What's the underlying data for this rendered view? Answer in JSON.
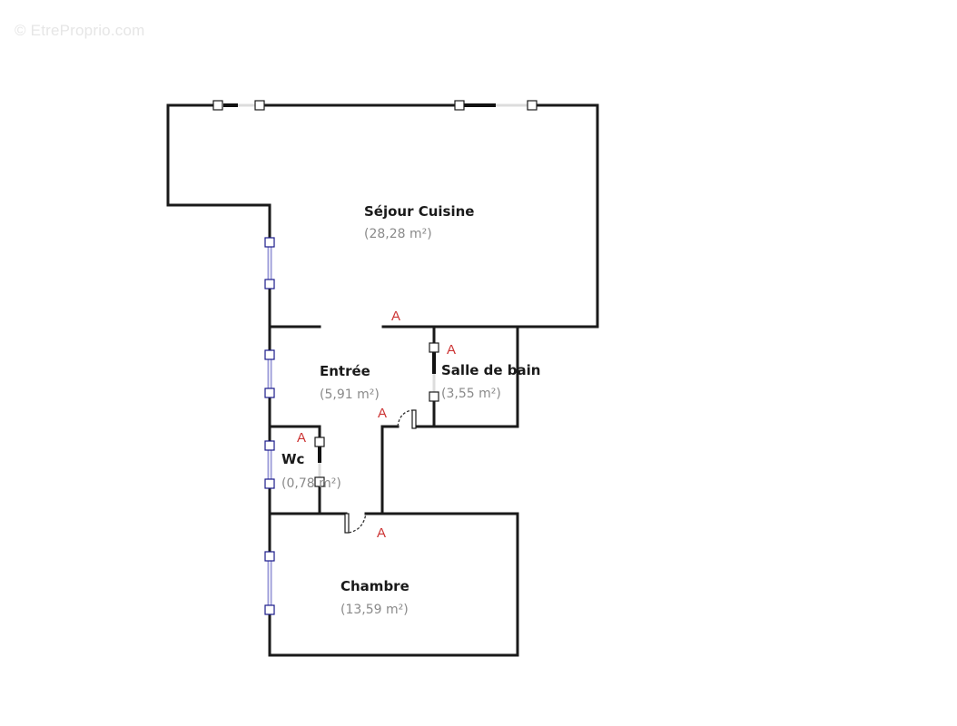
{
  "watermark": "© EtreProprio.com",
  "rooms": {
    "sejour": {
      "name": "Séjour Cuisine",
      "area": "(28,28 m²)"
    },
    "entree": {
      "name": "Entrée",
      "area": "(5,91 m²)"
    },
    "sdb": {
      "name": "Salle de bain",
      "area": "(3,55 m²)"
    },
    "wc": {
      "name": "Wc",
      "area": "(0,78 m²)"
    },
    "chambre": {
      "name": "Chambre",
      "area": "(13,59 m²)"
    }
  },
  "markers": {
    "label": "A"
  },
  "colors": {
    "wall": "#1a1a1a",
    "window": "#9a9ad8",
    "marker": "#cc3333",
    "area_text": "#8a8a8a"
  }
}
